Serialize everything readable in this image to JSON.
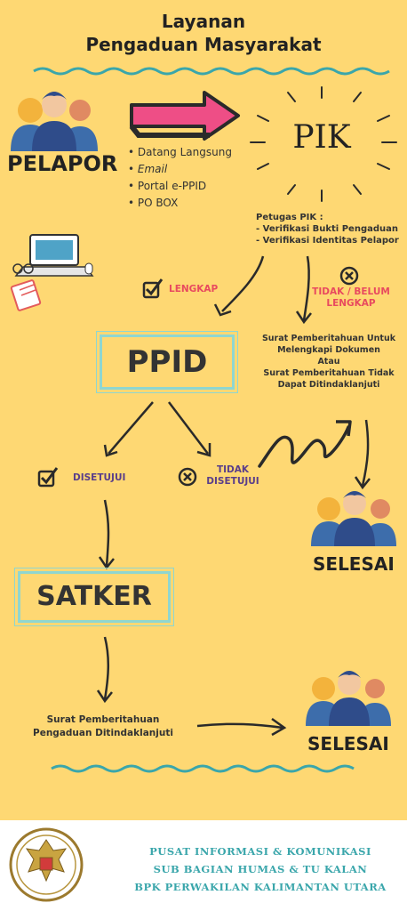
{
  "title": {
    "line1": "Layanan",
    "line2": "Pengaduan Masyarakat"
  },
  "pelapor": {
    "label": "PELAPOR"
  },
  "channels": {
    "items": [
      "Datang Langsung",
      "Email",
      "Portal e-PPID",
      "PO BOX"
    ]
  },
  "pik": {
    "label": "PIK"
  },
  "petugas": {
    "heading": "Petugas PIK :",
    "items": [
      "- Verifikasi Bukti Pengaduan",
      "- Verifikasi Identitas Pelapor"
    ]
  },
  "status": {
    "lengkap": "LENGKAP",
    "tidak_lengkap_1": "TIDAK / BELUM",
    "tidak_lengkap_2": "LENGKAP"
  },
  "ppid": {
    "label": "PPID"
  },
  "surat_pik": {
    "lines": [
      "Surat Pemberitahuan Untuk",
      "Melengkapi Dokumen",
      "Atau",
      "Surat Pemberitahuan Tidak",
      "Dapat Ditindaklanjuti"
    ]
  },
  "decision": {
    "disetujui": "DISETUJUI",
    "tidak_1": "TIDAK",
    "tidak_2": "DISETUJUI"
  },
  "satker": {
    "label": "SATKER"
  },
  "surat_satker": {
    "line1": "Surat Pemberitahuan",
    "line2": "Pengaduan Ditindaklanjuti"
  },
  "selesai": {
    "label1": "SELESAI",
    "label2": "SELESAI"
  },
  "footer": {
    "line1": "PUSAT INFORMASI & KOMUNIKASI",
    "line2": "SUB BAGIAN HUMAS & TU KALAN",
    "line3": "BPK PERWAKILAN KALIMANTAN UTARA"
  },
  "colors": {
    "background": "#fed873",
    "accent_teal": "#3aa6ab",
    "arrow_pink": "#ee4e86",
    "red_label": "#e84a5f",
    "purple_label": "#5a3e8a"
  }
}
